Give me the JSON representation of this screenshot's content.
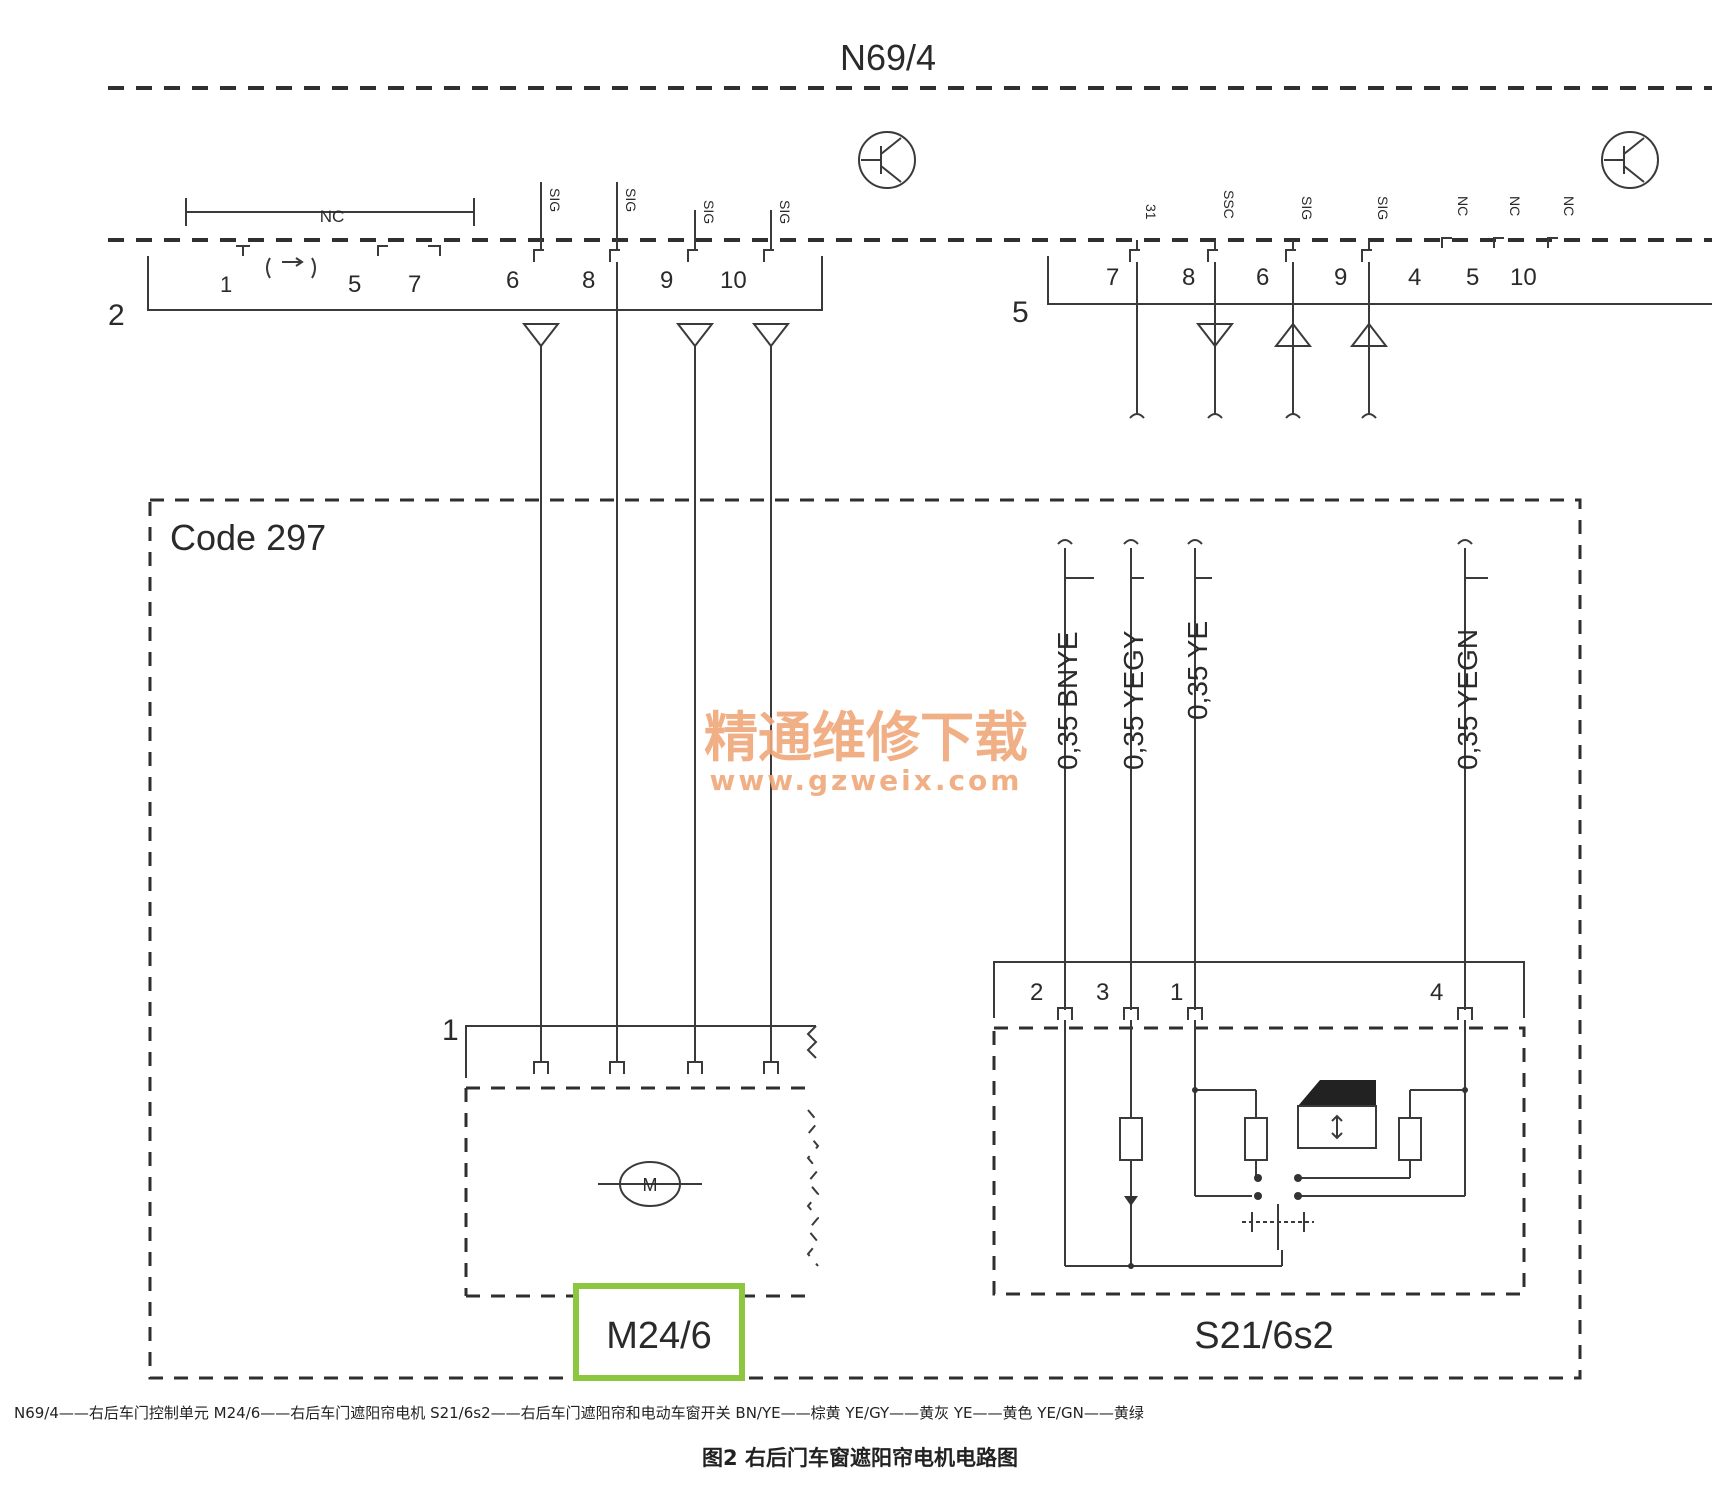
{
  "module_top": "N69/4",
  "connector_left": "2",
  "connector_right": "5",
  "nc_label": "NC",
  "left_pins": [
    "1",
    "5",
    "7",
    "6",
    "8",
    "9",
    "10"
  ],
  "left_signals": [
    "SIG",
    "SIG",
    "SIG",
    "SIG"
  ],
  "right_pins": [
    "7",
    "8",
    "6",
    "9",
    "4",
    "5",
    "10"
  ],
  "right_signals": [
    "31",
    "SSC",
    "SIG",
    "SIG",
    "NC",
    "NC",
    "NC"
  ],
  "code_label": "Code 297",
  "wires": [
    "0,35 BNYE",
    "0,35 YEGY",
    "0,35 YE",
    "0,35 YEGN"
  ],
  "motor_connector": "1",
  "motor_symbol": "M",
  "motor_label": "M24/6",
  "switch_pins": [
    "2",
    "3",
    "1",
    "4"
  ],
  "switch_label": "S21/6s2",
  "watermark_cn": "精通维修下载",
  "watermark_url": "www.gzweix.com",
  "caption": "N69/4——右后车门控制单元  M24/6——右后车门遮阳帘电机  S21/6s2——右后车门遮阳帘和电动车窗开关  BN/YE——棕黄  YE/GY——黄灰  YE——黄色  YE/GN——黄绿",
  "figure_title": "图2  右后门车窗遮阳帘电机电路图",
  "colors": {
    "highlight": "#8dc63f",
    "line": "#3a3a3a",
    "watermark": "#f0a77a"
  }
}
